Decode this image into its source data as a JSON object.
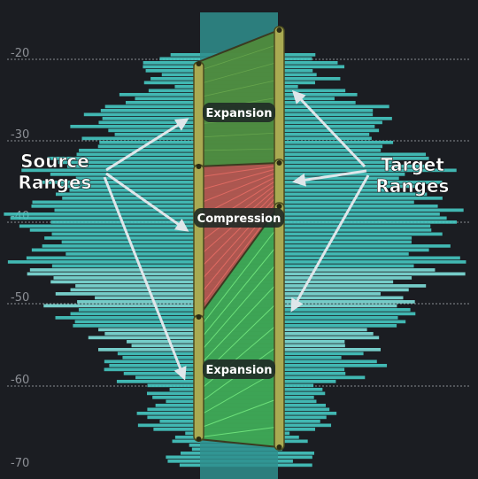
{
  "axis": {
    "ticks": [
      "-20",
      "-30",
      "-40",
      "-50",
      "-60",
      "-70"
    ]
  },
  "labels": {
    "source": [
      "Source",
      "Ranges"
    ],
    "target": [
      "Target",
      "Ranges"
    ],
    "expansion_top": "Expansion",
    "compression": "Compression",
    "expansion_bottom": "Expansion"
  },
  "colors": {
    "background": "#1b1d22",
    "histogram": "#46c9c2",
    "histogram_light": "#7fe0da",
    "slider": "#b2b04f",
    "expansion": "#3db653",
    "compression": "#c9504a",
    "label_bg": "#1f2a26"
  }
}
